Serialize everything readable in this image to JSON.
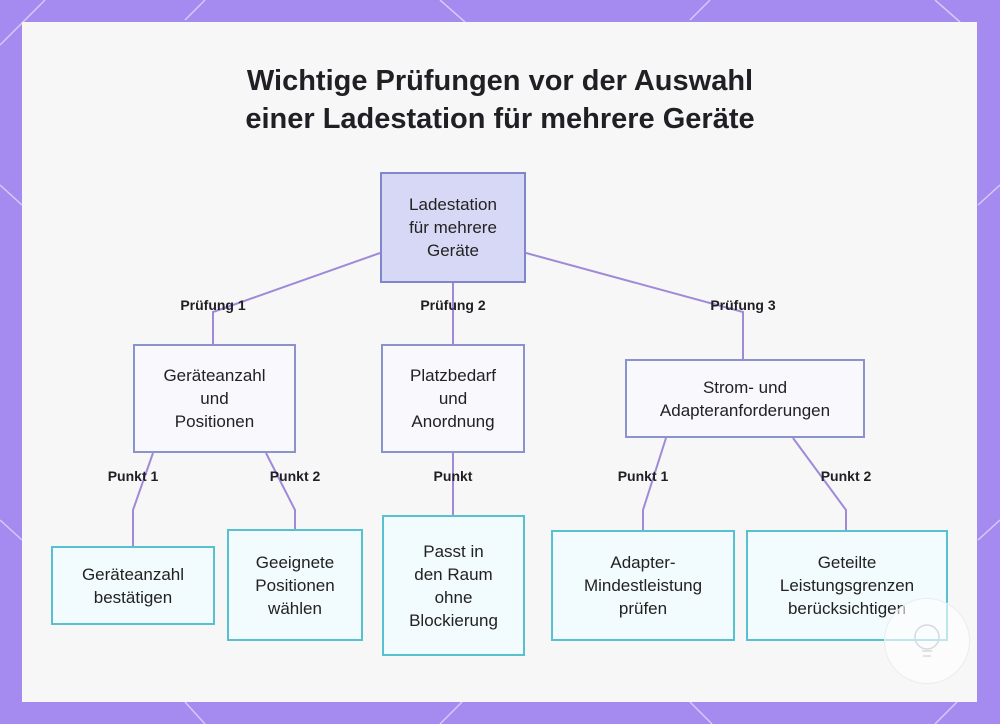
{
  "title": {
    "line1": "Wichtige Prüfungen vor der Auswahl",
    "line2": "einer Ladestation für mehrere Geräte"
  },
  "nodes": {
    "root": "Ladestation\nfür mehrere\nGeräte",
    "check1": "Geräteanzahl\nund\nPositionen",
    "check2": "Platzbedarf\nund\nAnordnung",
    "check3": "Strom- und\nAdapteranforderungen",
    "leaf1": "Geräteanzahl\nbestätigen",
    "leaf2": "Geeignete\nPositionen\nwählen",
    "leaf3": "Passt in\nden Raum\nohne\nBlockierung",
    "leaf4": "Adapter-\nMindestleistung\nprüfen",
    "leaf5": "Geteilte\nLeistungsgrenzen\nberücksichtigen"
  },
  "edges": {
    "e1": "Prüfung 1",
    "e2": "Prüfung 2",
    "e3": "Prüfung 3",
    "e4": "Punkt 1",
    "e5": "Punkt 2",
    "e6": "Punkt",
    "e7": "Punkt 1",
    "e8": "Punkt 2"
  },
  "colors": {
    "background": "#a58af0",
    "connector": "#a08ad8",
    "root_fill": "#d7d8f6",
    "mid_border": "#8b93cf",
    "leaf_border": "#57c1cf"
  }
}
